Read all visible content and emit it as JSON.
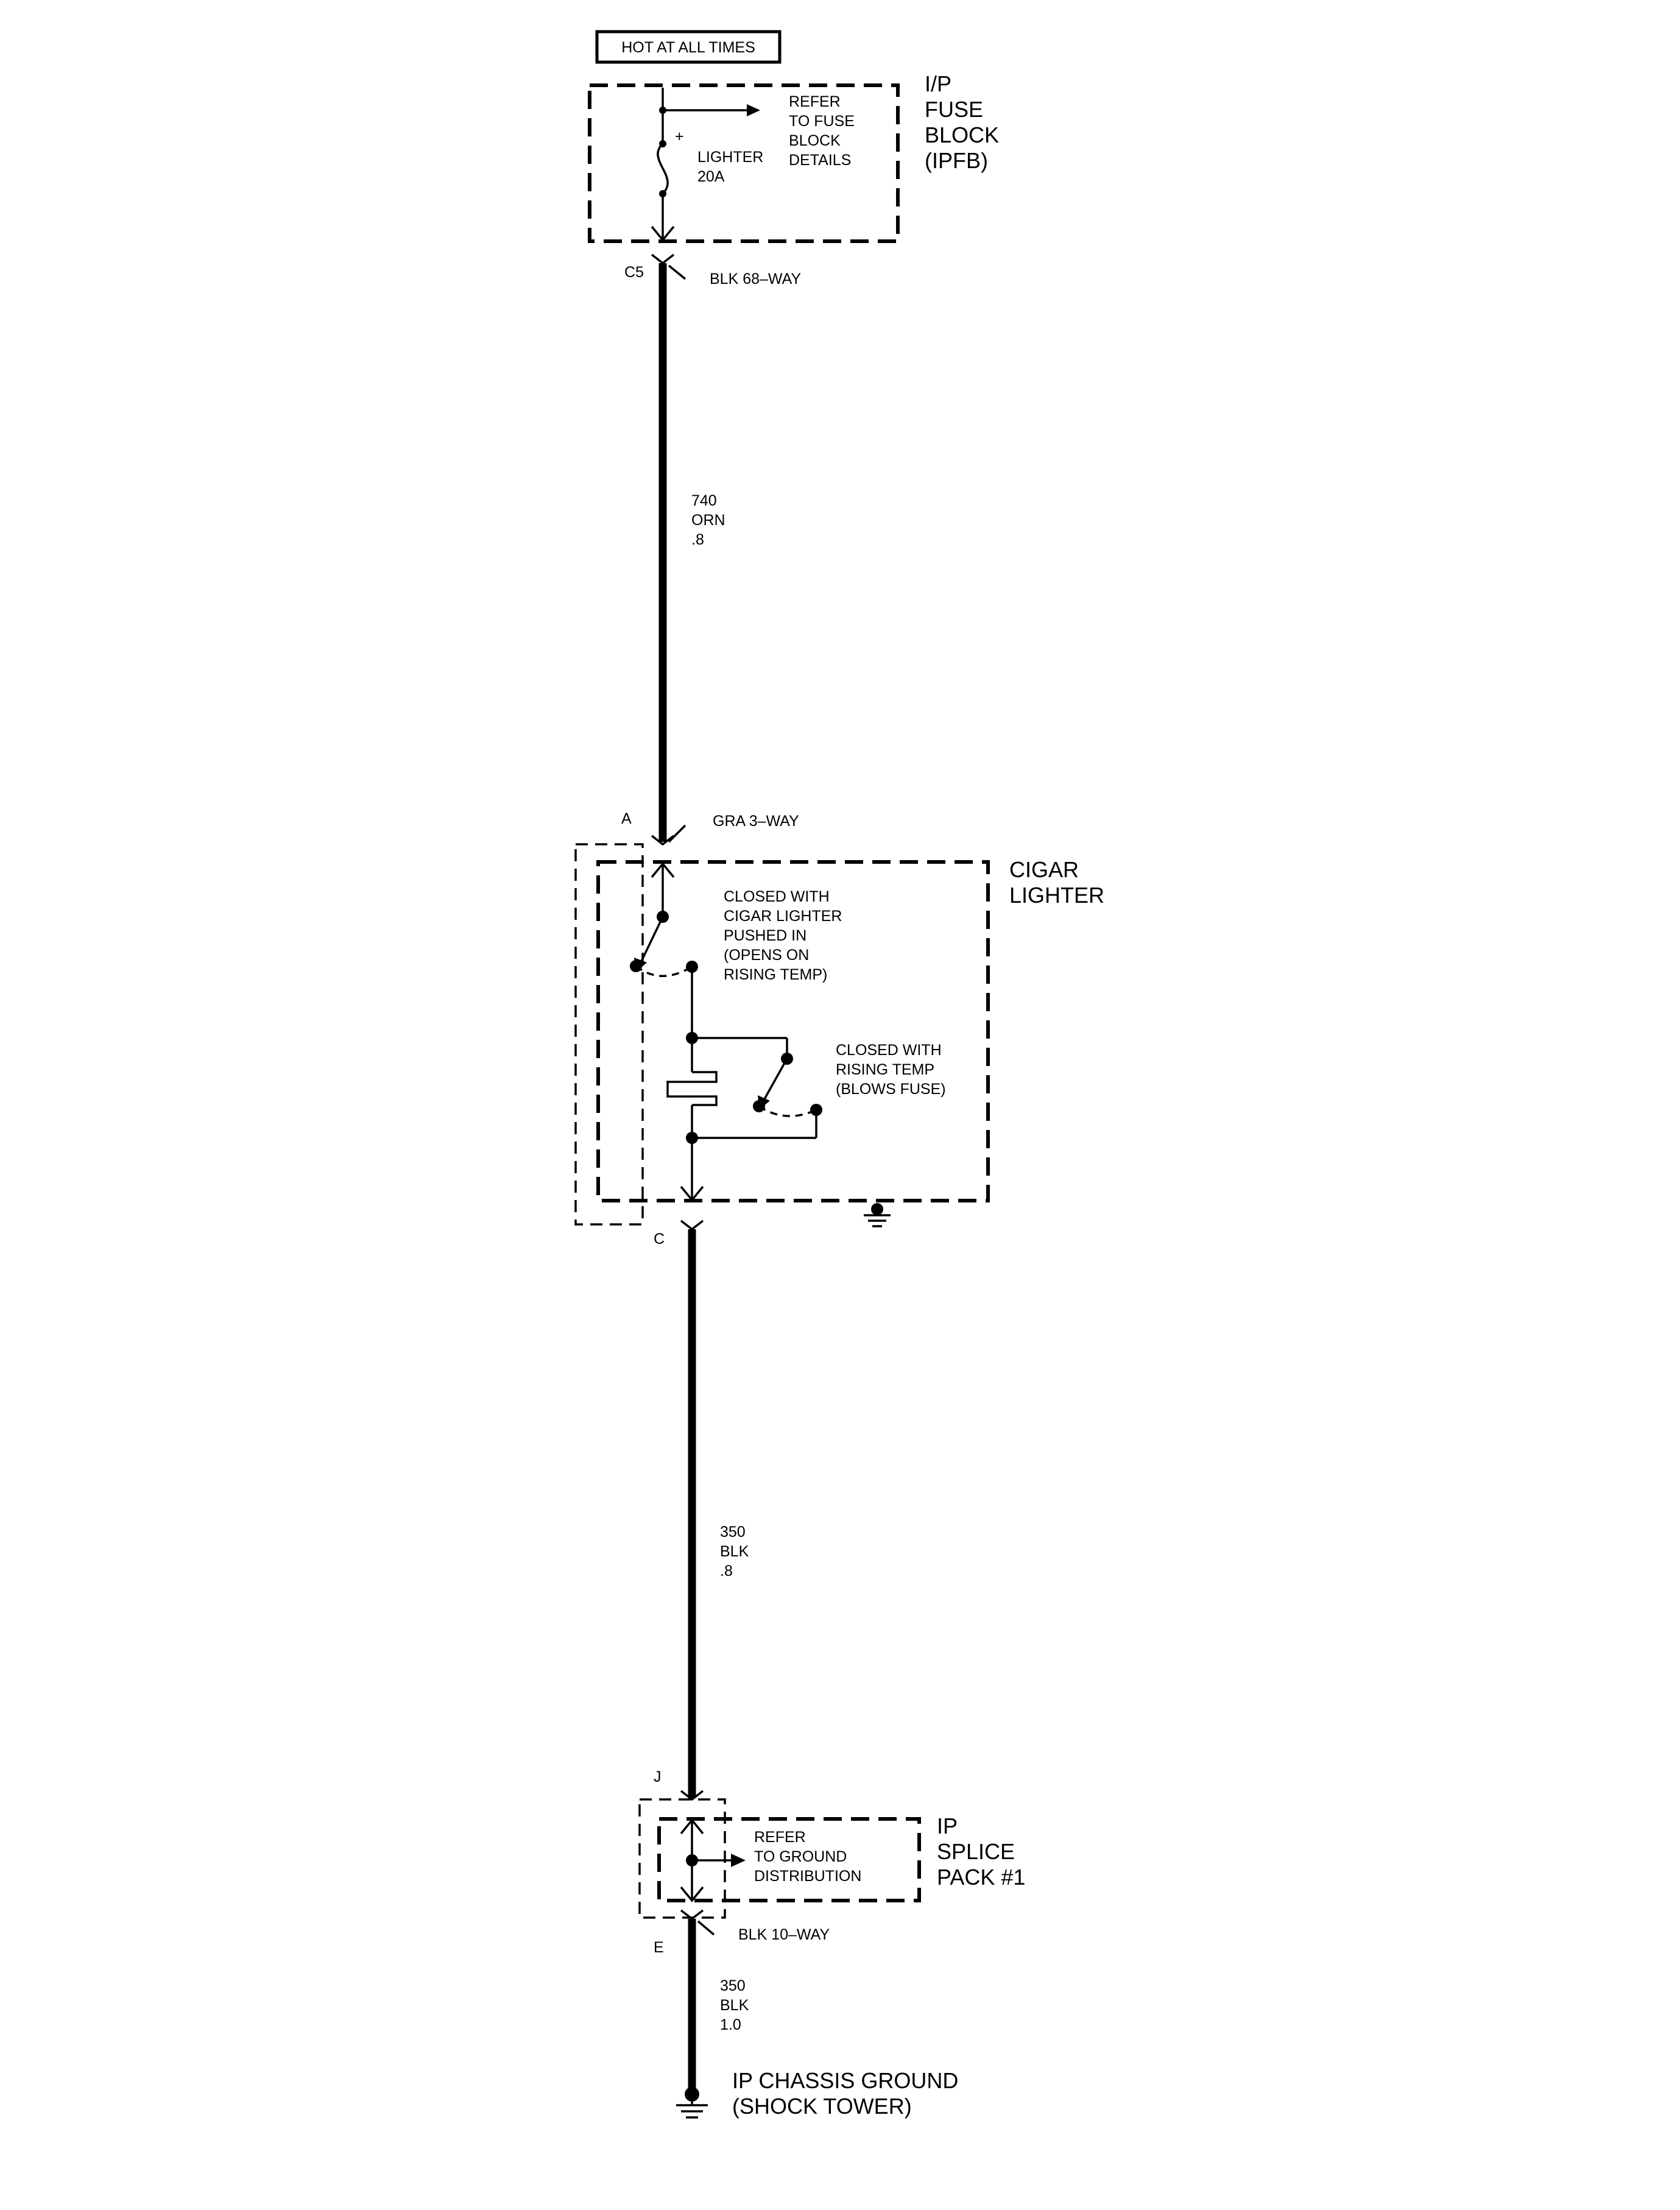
{
  "header": {
    "power_label": "HOT AT ALL TIMES"
  },
  "fuse_block": {
    "title_line1": "I/P",
    "title_line2": "FUSE",
    "title_line3": "BLOCK",
    "title_line4": "(IPFB)",
    "refer_line1": "REFER",
    "refer_line2": "TO FUSE",
    "refer_line3": "BLOCK",
    "refer_line4": "DETAILS",
    "fuse_name": "LIGHTER",
    "fuse_rating": "20A",
    "plus_mark": "+"
  },
  "connector_c5": {
    "pin": "C5",
    "desc": "BLK 68–WAY"
  },
  "wire_740": {
    "circuit": "740",
    "color": "ORN",
    "gauge": ".8"
  },
  "connector_cigar": {
    "pin_top": "A",
    "desc": "GRA 3–WAY",
    "pin_bottom": "C"
  },
  "cigar_lighter": {
    "title_line1": "CIGAR",
    "title_line2": "LIGHTER",
    "switch1_line1": "CLOSED WITH",
    "switch1_line2": "CIGAR LIGHTER",
    "switch1_line3": "PUSHED IN",
    "switch1_line4": "(OPENS ON",
    "switch1_line5": "RISING TEMP)",
    "switch2_line1": "CLOSED WITH",
    "switch2_line2": "RISING TEMP",
    "switch2_line3": "(BLOWS FUSE)"
  },
  "wire_350a": {
    "circuit": "350",
    "color": "BLK",
    "gauge": ".8"
  },
  "splice_pack": {
    "pin_top": "J",
    "title_line1": "IP",
    "title_line2": "SPLICE",
    "title_line3": "PACK #1",
    "refer_line1": "REFER",
    "refer_line2": "TO GROUND",
    "refer_line3": "DISTRIBUTION",
    "connector_desc": "BLK 10–WAY",
    "pin_bottom": "E"
  },
  "wire_350b": {
    "circuit": "350",
    "color": "BLK",
    "gauge": "1.0"
  },
  "ground": {
    "label_line1": "IP CHASSIS GROUND",
    "label_line2": "(SHOCK TOWER)"
  }
}
